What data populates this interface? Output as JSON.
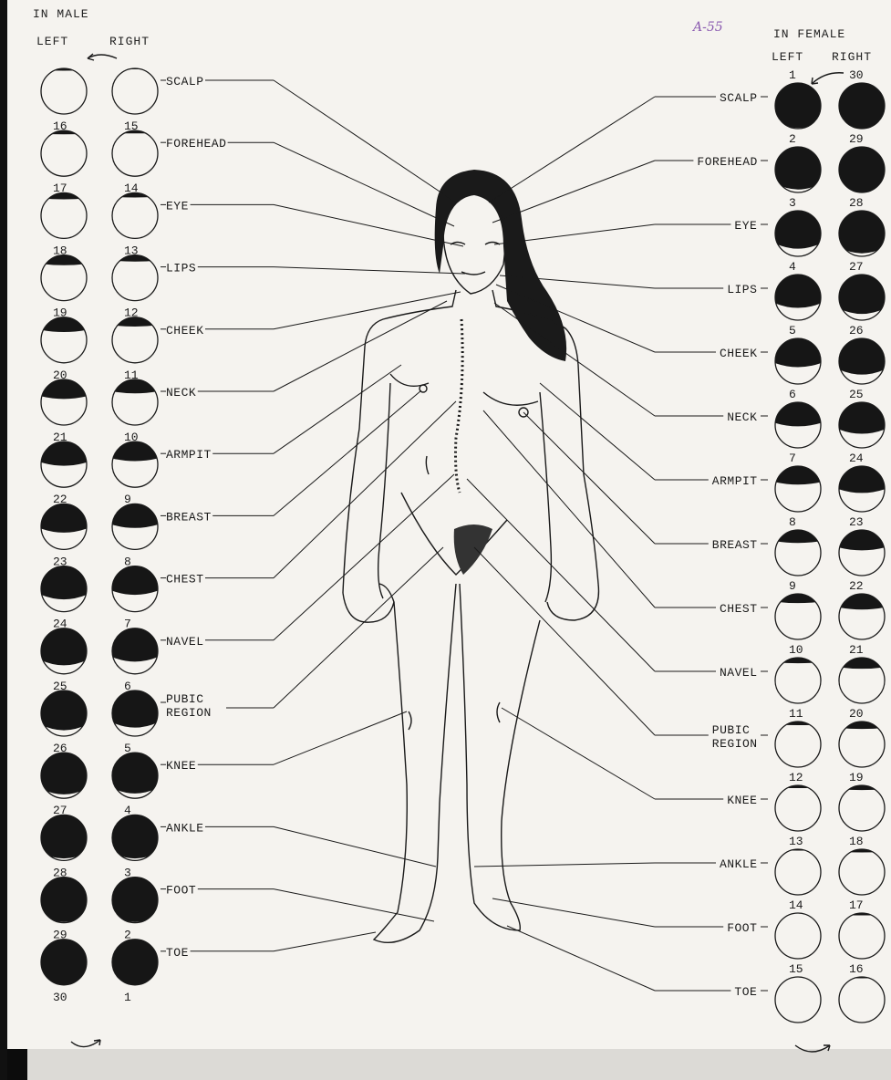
{
  "male": {
    "header": "IN  MALE",
    "left_label": "LEFT",
    "right_label": "RIGHT",
    "left_numbers": [
      "16",
      "17",
      "18",
      "19",
      "20",
      "21",
      "22",
      "23",
      "24",
      "25",
      "26",
      "27",
      "28",
      "29",
      "30"
    ],
    "right_numbers": [
      "15",
      "14",
      "13",
      "12",
      "11",
      "10",
      "9",
      "8",
      "7",
      "6",
      "5",
      "4",
      "3",
      "2",
      "1"
    ],
    "left_fill": [
      0.05,
      0.08,
      0.14,
      0.22,
      0.32,
      0.42,
      0.52,
      0.62,
      0.72,
      0.8,
      0.86,
      0.9,
      0.94,
      0.97,
      1.0
    ],
    "right_fill": [
      0.02,
      0.06,
      0.1,
      0.14,
      0.2,
      0.3,
      0.42,
      0.52,
      0.62,
      0.72,
      0.8,
      0.88,
      0.94,
      0.97,
      0.99
    ]
  },
  "female": {
    "header": "IN  FEMALE",
    "left_label": "LEFT",
    "right_label": "RIGHT",
    "left_numbers": [
      "1",
      "2",
      "3",
      "4",
      "5",
      "6",
      "7",
      "8",
      "9",
      "10",
      "11",
      "12",
      "13",
      "14",
      "15"
    ],
    "right_numbers": [
      "30",
      "29",
      "28",
      "27",
      "26",
      "25",
      "24",
      "23",
      "22",
      "21",
      "20",
      "19",
      "18",
      "17",
      "16"
    ],
    "left_fill": [
      0.97,
      0.92,
      0.82,
      0.72,
      0.62,
      0.52,
      0.4,
      0.28,
      0.2,
      0.12,
      0.08,
      0.06,
      0.03,
      0.0,
      0.0
    ],
    "right_fill": [
      1.0,
      0.98,
      0.92,
      0.85,
      0.78,
      0.68,
      0.58,
      0.44,
      0.34,
      0.24,
      0.16,
      0.1,
      0.07,
      0.05,
      0.03
    ]
  },
  "male_body_parts": [
    "SCALP",
    "FOREHEAD",
    "EYE",
    "LIPS",
    "CHEEK",
    "NECK",
    "ARMPIT",
    "BREAST",
    "CHEST",
    "NAVEL",
    "PUBIC REGION",
    "KNEE",
    "ANKLE",
    "FOOT",
    "TOE"
  ],
  "female_body_parts": [
    "SCALP",
    "FOREHEAD",
    "EYE",
    "LIPS",
    "CHEEK",
    "NECK",
    "ARMPIT",
    "BREAST",
    "CHEST",
    "NAVEL",
    "PUBIC REGION",
    "KNEE",
    "ANKLE",
    "FOOT",
    "TOE"
  ],
  "handwritten_note": "A-55",
  "colors": {
    "ink": "#1a1a1a",
    "paper": "#f5f3ef",
    "note": "#8a5ab0"
  }
}
